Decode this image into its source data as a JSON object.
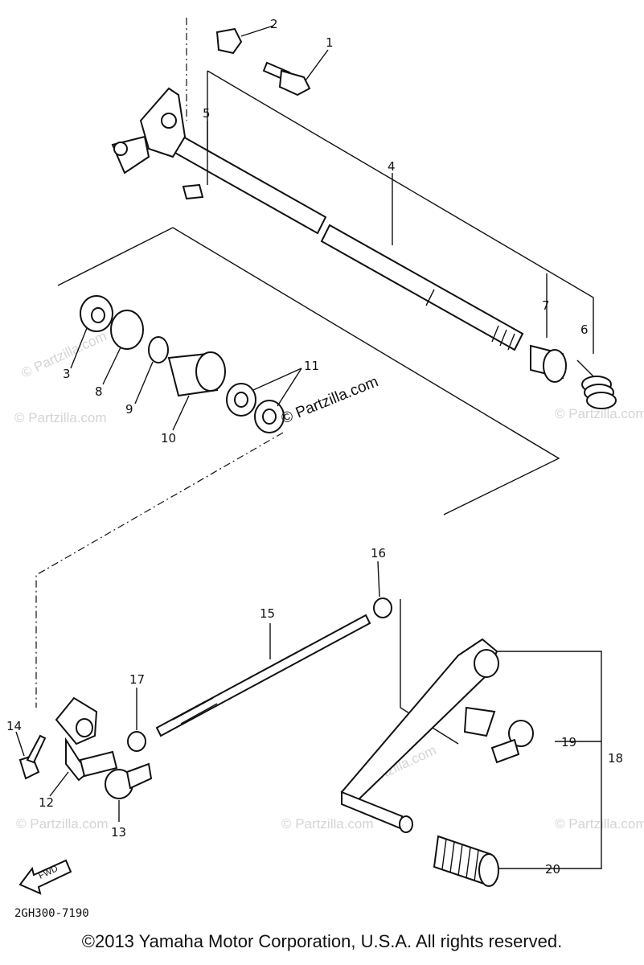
{
  "diagram": {
    "callouts": [
      "1",
      "2",
      "3",
      "4",
      "5",
      "6",
      "7",
      "8",
      "9",
      "10",
      "11",
      "12",
      "13",
      "14",
      "15",
      "16",
      "17",
      "18",
      "19",
      "20"
    ],
    "watermark": "© Partzilla.com",
    "faint_watermark": "© Partzilla.com",
    "fwd_label": "FWD",
    "drawing_code": "2GH300-7190",
    "copyright": "©2013 Yamaha Motor Corporation, U.S.A. All rights reserved."
  }
}
